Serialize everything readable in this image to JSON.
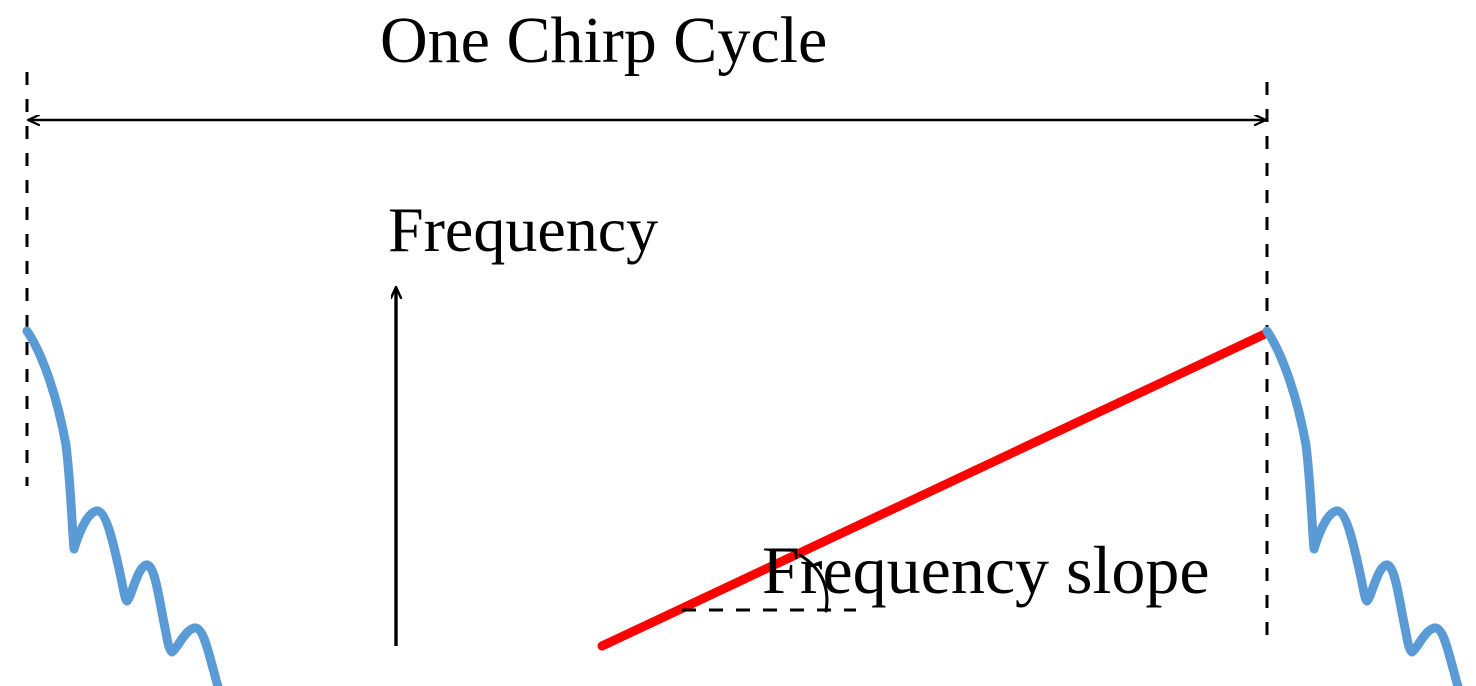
{
  "figure": {
    "title": "One Chirp Cycle",
    "axis_label": "Frequency",
    "slope_annotation": "Frequency slope",
    "background_color": "#ffffff",
    "colors": {
      "chirp_ramp": "#FF0000",
      "waveform": "#5B9BD5",
      "guides": "#000000",
      "text": "#000000"
    }
  },
  "chart_data": {
    "type": "line",
    "title": "One Chirp Cycle",
    "xlabel": "",
    "ylabel": "Frequency",
    "grid": false,
    "legend": null,
    "annotations": [
      {
        "name": "one-chirp-cycle-span",
        "text": "One Chirp Cycle",
        "kind": "double-headed-horizontal-arrow",
        "from_x": 27,
        "to_x": 1267,
        "y": 120
      },
      {
        "name": "frequency-slope-angle",
        "text": "Frequency slope",
        "kind": "angle-arc",
        "vertex_x": 682,
        "vertex_y": 610,
        "angle_degrees": 15
      }
    ],
    "axis_ranges": {
      "x": [
        0,
        1476
      ],
      "y": [
        0,
        686
      ]
    },
    "series": [
      {
        "name": "chirp-frequency-ramp",
        "type": "line",
        "color": "#FF0000",
        "width": 9,
        "points": [
          [
            602,
            646
          ],
          [
            1267,
            333
          ]
        ]
      },
      {
        "name": "waveform-left",
        "type": "decaying-oscillation",
        "color": "#5B9BD5",
        "width": 9,
        "points": [
          [
            27,
            331
          ],
          [
            45,
            360
          ],
          [
            60,
            410
          ],
          [
            70,
            470
          ],
          [
            73,
            520
          ],
          [
            74,
            548
          ],
          [
            82,
            532
          ],
          [
            92,
            512
          ],
          [
            99,
            511
          ],
          [
            110,
            540
          ],
          [
            120,
            578
          ],
          [
            126,
            600
          ],
          [
            132,
            590
          ],
          [
            140,
            566
          ],
          [
            146,
            565
          ],
          [
            155,
            596
          ],
          [
            164,
            634
          ],
          [
            170,
            651
          ],
          [
            178,
            648
          ],
          [
            188,
            630
          ],
          [
            196,
            628
          ],
          [
            204,
            650
          ],
          [
            212,
            672
          ],
          [
            218,
            686
          ]
        ]
      },
      {
        "name": "waveform-right",
        "type": "decaying-oscillation",
        "color": "#5B9BD5",
        "width": 9,
        "points": [
          [
            1267,
            331
          ],
          [
            1285,
            360
          ],
          [
            1300,
            410
          ],
          [
            1310,
            470
          ],
          [
            1313,
            520
          ],
          [
            1314,
            548
          ],
          [
            1322,
            532
          ],
          [
            1332,
            512
          ],
          [
            1339,
            511
          ],
          [
            1350,
            540
          ],
          [
            1360,
            578
          ],
          [
            1366,
            600
          ],
          [
            1372,
            590
          ],
          [
            1380,
            566
          ],
          [
            1386,
            565
          ],
          [
            1395,
            596
          ],
          [
            1404,
            634
          ],
          [
            1410,
            651
          ],
          [
            1418,
            648
          ],
          [
            1428,
            630
          ],
          [
            1436,
            628
          ],
          [
            1444,
            650
          ],
          [
            1452,
            672
          ],
          [
            1458,
            686
          ]
        ]
      }
    ],
    "guides": [
      {
        "name": "cycle-start-dashed-line",
        "orientation": "vertical",
        "x": 27,
        "y_from": 72,
        "y_to": 486,
        "style": "dashed"
      },
      {
        "name": "cycle-end-dashed-line",
        "orientation": "vertical",
        "x": 1267,
        "y_from": 82,
        "y_to": 644,
        "style": "dashed"
      },
      {
        "name": "slope-baseline-dashed-line",
        "orientation": "horizontal",
        "y": 610,
        "x_from": 682,
        "x_to": 856,
        "style": "dashed"
      },
      {
        "name": "frequency-axis-arrow",
        "orientation": "vertical",
        "x": 396,
        "y_from": 646,
        "y_to": 285,
        "style": "solid-arrow"
      }
    ]
  }
}
